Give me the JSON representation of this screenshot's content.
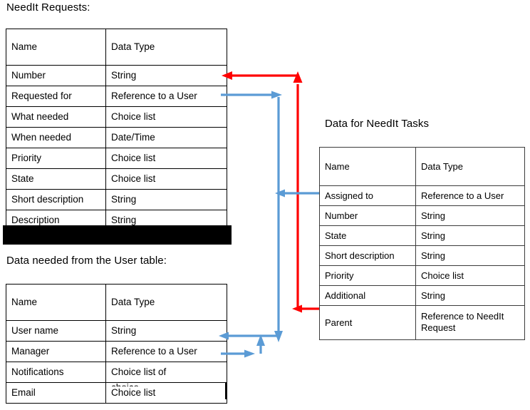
{
  "page": {
    "background": "#ffffff",
    "accent_blue": "#5B9BD5",
    "accent_red": "#FF0000",
    "text_color": "#000000"
  },
  "headings": {
    "requests": "NeedIt Requests:",
    "user_table": "Data needed from the User table:",
    "tasks": "Data for NeedIt Tasks"
  },
  "tables": {
    "requests": {
      "columns": [
        "Name",
        "Data Type"
      ],
      "rows": [
        [
          "Number",
          "String"
        ],
        [
          "Requested for",
          "Reference to a User"
        ],
        [
          "What needed",
          "Choice list"
        ],
        [
          "When needed",
          "Date/Time"
        ],
        [
          "Priority",
          "Choice list"
        ],
        [
          "State",
          "Choice list"
        ],
        [
          "Short description",
          "String"
        ],
        [
          "Description",
          "String"
        ]
      ]
    },
    "user": {
      "columns": [
        "Name",
        "Data Type"
      ],
      "rows": [
        [
          "User name",
          "String"
        ],
        [
          "Manager",
          "Reference to a User"
        ],
        [
          "Notifications",
          "Choice list of"
        ],
        [
          "Email",
          "Choice list"
        ]
      ],
      "clipped_continuation": "choices"
    },
    "tasks": {
      "columns": [
        "Name",
        "Data Type"
      ],
      "rows": [
        [
          "Assigned to",
          "Reference to a User"
        ],
        [
          "Number",
          "String"
        ],
        [
          "State",
          "String"
        ],
        [
          "Short description",
          "String"
        ],
        [
          "Priority",
          "Choice list"
        ],
        [
          "Additional",
          "String"
        ],
        [
          "Parent",
          "Reference to NeedIt Request"
        ]
      ]
    }
  },
  "annotations": {
    "redaction_bar": "redacted-black-bar",
    "edge_mark": "black-edge-mark"
  },
  "connectors": [
    {
      "name": "tasks-parent-to-requests-number",
      "color": "#FF0000",
      "from": "Parent (NeedIt Tasks)",
      "to": "Number (NeedIt Requests)"
    },
    {
      "name": "requests-requested-for-to-user-name",
      "color": "#5B9BD5",
      "from": "Requested for (NeedIt Requests)",
      "to": "User name (User table)"
    },
    {
      "name": "tasks-assigned-to-to-user-name",
      "color": "#5B9BD5",
      "from": "Assigned to (NeedIt Tasks)",
      "to": "User name (User table)"
    },
    {
      "name": "user-manager-to-user-name",
      "color": "#5B9BD5",
      "from": "Manager (User table)",
      "to": "User name (User table)"
    }
  ]
}
